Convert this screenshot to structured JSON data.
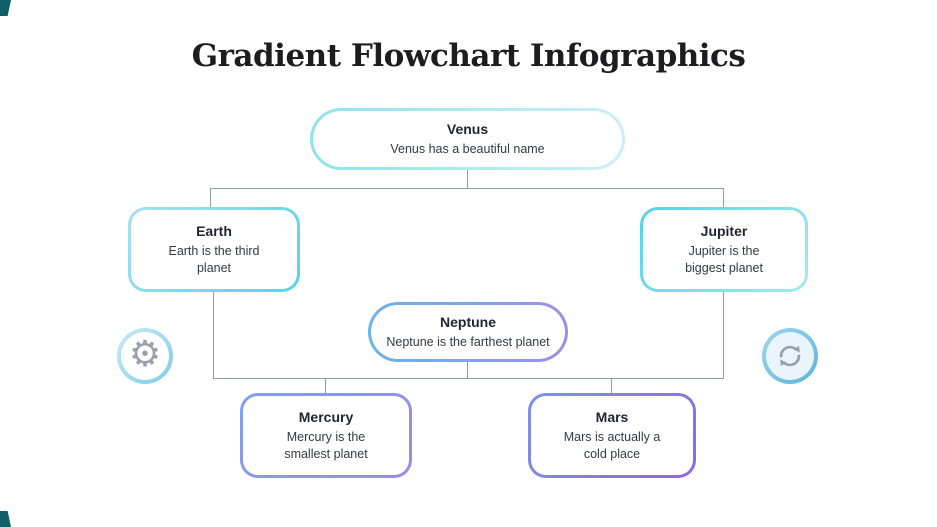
{
  "title": "Gradient Flowchart Infographics",
  "nodes": {
    "venus": {
      "title": "Venus",
      "description": "Venus has a beautiful name"
    },
    "earth": {
      "title": "Earth",
      "description": "Earth is the third planet"
    },
    "jupiter": {
      "title": "Jupiter",
      "description": "Jupiter is the biggest planet"
    },
    "neptune": {
      "title": "Neptune",
      "description": "Neptune is the farthest planet"
    },
    "mercury": {
      "title": "Mercury",
      "description": "Mercury is the smallest planet"
    },
    "mars": {
      "title": "Mars",
      "description": "Mars is actually a cold place"
    }
  },
  "icons": {
    "left": "gear-icon",
    "right": "sync-arrows-icon",
    "gear_glyph": "⚙"
  },
  "colors": {
    "venus_border": [
      "#8de4ea",
      "#cdeff8"
    ],
    "earth_border": [
      "#aadff2",
      "#55d3e4"
    ],
    "jupiter_border": [
      "#55d3e4",
      "#a5e9f0"
    ],
    "neptune_border": [
      "#6cb3ef",
      "#9a8fe9"
    ],
    "mercury_border": [
      "#7f9ff0",
      "#9a8ae8"
    ],
    "mars_border": [
      "#7d92ea",
      "#8f68dd"
    ],
    "connector": "#8d9ba6",
    "icon_glyph": "#97a1ab",
    "corner_accent": "#0e6066"
  }
}
